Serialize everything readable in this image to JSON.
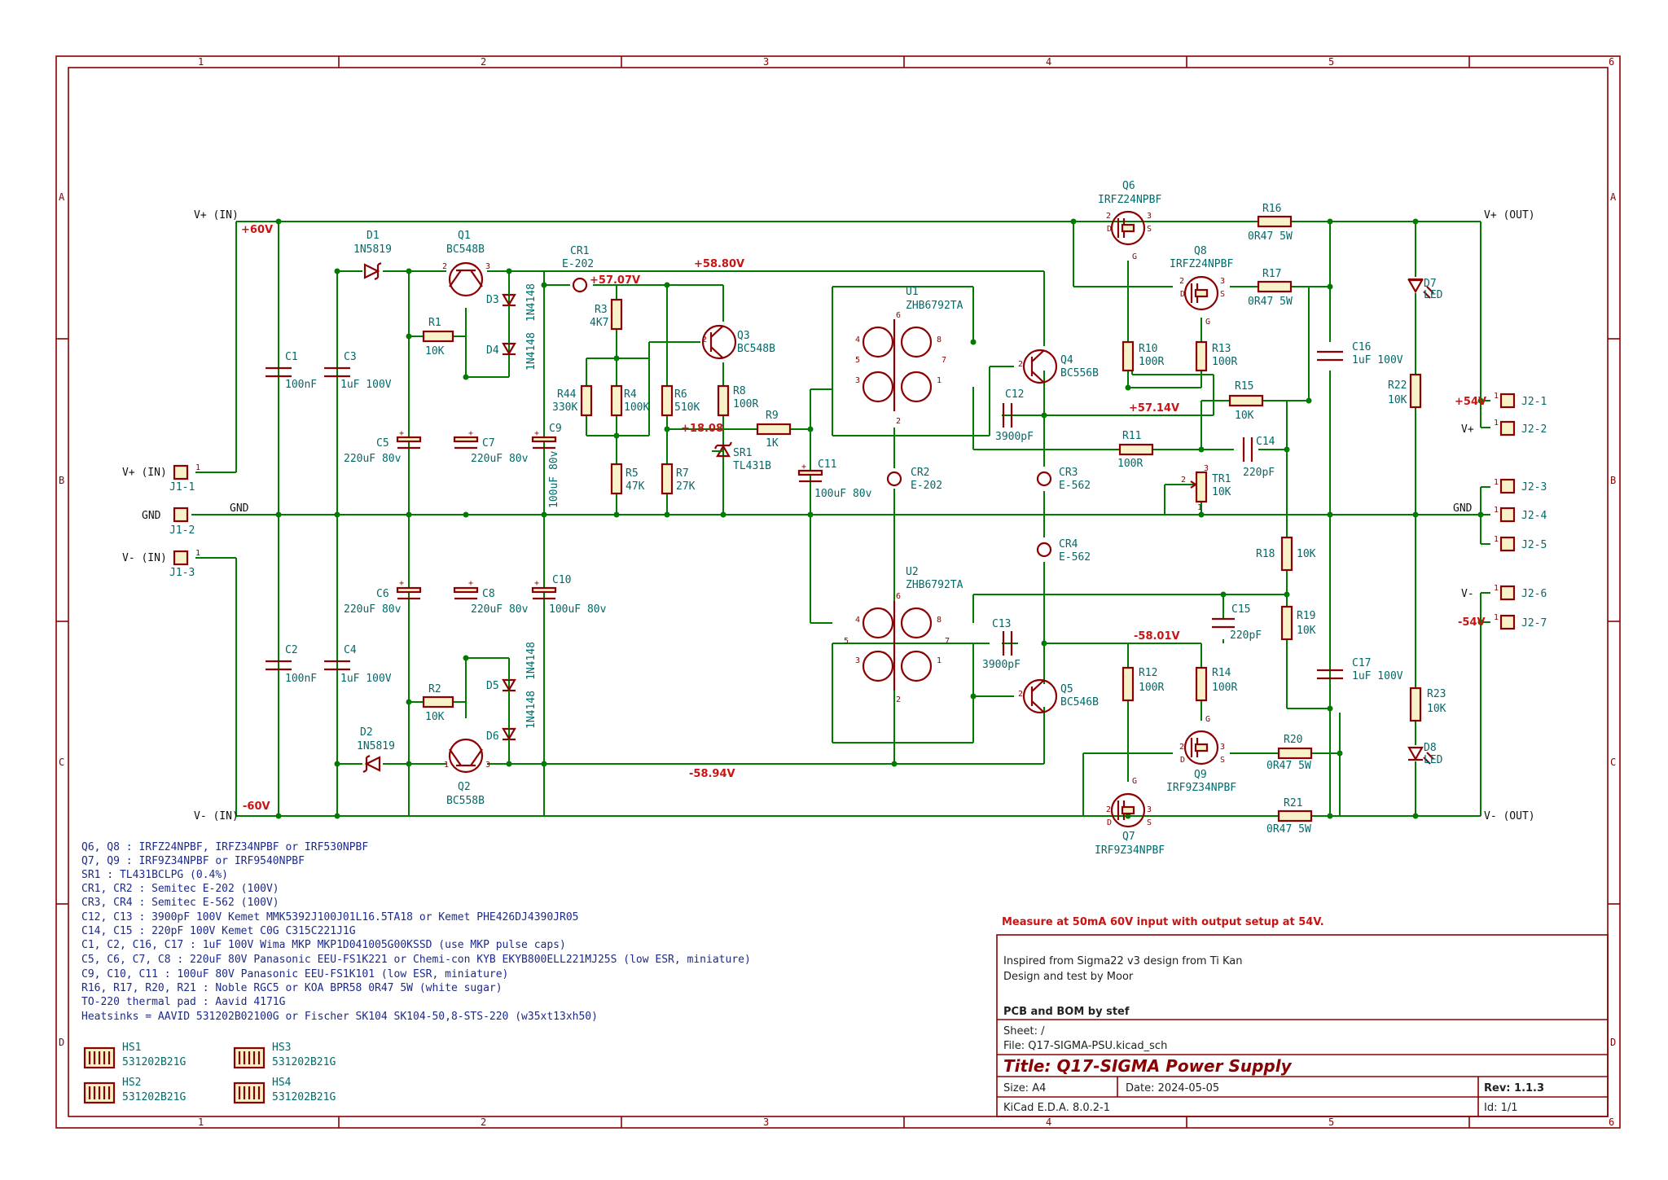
{
  "frame": {
    "col_labels": [
      "1",
      "2",
      "3",
      "4",
      "5",
      "6"
    ],
    "row_labels": [
      "A",
      "B",
      "C",
      "D"
    ]
  },
  "nets": {
    "vplus_in": "V+ (IN)",
    "vminus_in": "V- (IN)",
    "gnd": "GND",
    "vplus_out": "V+ (OUT)",
    "vminus_out": "V- (OUT)",
    "v_plus60": "+60V",
    "v_minus60": "-60V",
    "v_5880": "+58.80V",
    "v_5707": "+57.07V",
    "v_1808": "+18.08",
    "v_5714": "+57.14V",
    "v_5894": "-58.94V",
    "v_5801": "-58.01V",
    "v_54p": "+54V",
    "v_54m": "-54V",
    "vp_label": "V+",
    "vm_label": "V-"
  },
  "components": {
    "D1": {
      "ref": "D1",
      "val": "1N5819"
    },
    "D2": {
      "ref": "D2",
      "val": "1N5819"
    },
    "Q1": {
      "ref": "Q1",
      "val": "BC548B"
    },
    "Q2": {
      "ref": "Q2",
      "val": "BC558B"
    },
    "Q3": {
      "ref": "Q3",
      "val": "BC548B"
    },
    "Q4": {
      "ref": "Q4",
      "val": "BC556B"
    },
    "Q5": {
      "ref": "Q5",
      "val": "BC546B"
    },
    "Q6": {
      "ref": "Q6",
      "val": "IRFZ24NPBF"
    },
    "Q7": {
      "ref": "Q7",
      "val": "IRF9Z34NPBF"
    },
    "Q8": {
      "ref": "Q8",
      "val": "IRFZ24NPBF"
    },
    "Q9": {
      "ref": "Q9",
      "val": "IRF9Z34NPBF"
    },
    "D3": {
      "ref": "D3",
      "val": "1N4148"
    },
    "D4": {
      "ref": "D4",
      "val": "1N4148"
    },
    "D5": {
      "ref": "D5",
      "val": "1N4148"
    },
    "D6": {
      "ref": "D6",
      "val": "1N4148"
    },
    "D7": {
      "ref": "D7",
      "val": "LED"
    },
    "D8": {
      "ref": "D8",
      "val": "LED"
    },
    "R1": {
      "ref": "R1",
      "val": "10K"
    },
    "R2": {
      "ref": "R2",
      "val": "10K"
    },
    "R3": {
      "ref": "R3",
      "val": "4K7"
    },
    "R4": {
      "ref": "R4",
      "val": "100K"
    },
    "R44": {
      "ref": "R44",
      "val": "330K"
    },
    "R5": {
      "ref": "R5",
      "val": "47K"
    },
    "R6": {
      "ref": "R6",
      "val": "510K"
    },
    "R7": {
      "ref": "R7",
      "val": "27K"
    },
    "R8": {
      "ref": "R8",
      "val": "100R"
    },
    "R9": {
      "ref": "R9",
      "val": "1K"
    },
    "R10": {
      "ref": "R10",
      "val": "100R"
    },
    "R11": {
      "ref": "R11",
      "val": "100R"
    },
    "R12": {
      "ref": "R12",
      "val": "100R"
    },
    "R13": {
      "ref": "R13",
      "val": "100R"
    },
    "R14": {
      "ref": "R14",
      "val": "100R"
    },
    "R15": {
      "ref": "R15",
      "val": "10K"
    },
    "R16": {
      "ref": "R16",
      "val": "0R47 5W"
    },
    "R17": {
      "ref": "R17",
      "val": "0R47 5W"
    },
    "R18": {
      "ref": "R18",
      "val": "10K"
    },
    "R19": {
      "ref": "R19",
      "val": "10K"
    },
    "R20": {
      "ref": "R20",
      "val": "0R47 5W"
    },
    "R21": {
      "ref": "R21",
      "val": "0R47 5W"
    },
    "R22": {
      "ref": "R22",
      "val": "10K"
    },
    "R23": {
      "ref": "R23",
      "val": "10K"
    },
    "C1": {
      "ref": "C1",
      "val": "100nF"
    },
    "C2": {
      "ref": "C2",
      "val": "100nF"
    },
    "C3": {
      "ref": "C3",
      "val": "1uF 100V"
    },
    "C4": {
      "ref": "C4",
      "val": "1uF 100V"
    },
    "C5": {
      "ref": "C5",
      "val": "220uF 80v"
    },
    "C6": {
      "ref": "C6",
      "val": "220uF 80v"
    },
    "C7": {
      "ref": "C7",
      "val": "220uF 80v"
    },
    "C8": {
      "ref": "C8",
      "val": "220uF 80v"
    },
    "C9": {
      "ref": "C9",
      "val": "100uF 80v"
    },
    "C10": {
      "ref": "C10",
      "val": "100uF 80v"
    },
    "C11": {
      "ref": "C11",
      "val": "100uF 80v"
    },
    "C12": {
      "ref": "C12",
      "val": "3900pF"
    },
    "C13": {
      "ref": "C13",
      "val": "3900pF"
    },
    "C14": {
      "ref": "C14",
      "val": "220pF"
    },
    "C15": {
      "ref": "C15",
      "val": "220pF"
    },
    "C16": {
      "ref": "C16",
      "val": "1uF 100V"
    },
    "C17": {
      "ref": "C17",
      "val": "1uF 100V"
    },
    "CR1": {
      "ref": "CR1",
      "val": "E-202"
    },
    "CR2": {
      "ref": "CR2",
      "val": "E-202"
    },
    "CR3": {
      "ref": "CR3",
      "val": "E-562"
    },
    "CR4": {
      "ref": "CR4",
      "val": "E-562"
    },
    "SR1": {
      "ref": "SR1",
      "val": "TL431B"
    },
    "TR1": {
      "ref": "TR1",
      "val": "10K"
    },
    "U1": {
      "ref": "U1",
      "val": "ZHB6792TA"
    },
    "U2": {
      "ref": "U2",
      "val": "ZHB6792TA"
    }
  },
  "connectors": {
    "J1_1": "J1-1",
    "J1_2": "J1-2",
    "J1_3": "J1-3",
    "J2_1": "J2-1",
    "J2_2": "J2-2",
    "J2_3": "J2-3",
    "J2_4": "J2-4",
    "J2_5": "J2-5",
    "J2_6": "J2-6",
    "J2_7": "J2-7"
  },
  "pins": {
    "p1": "1",
    "p2": "2",
    "p3": "3",
    "p4": "4",
    "p5": "5",
    "p6": "6",
    "p7": "7",
    "p8": "8",
    "D": "D",
    "S": "S",
    "G": "G",
    "plus": "+"
  },
  "notes": [
    "Q6, Q8 : IRFZ24NPBF, IRFZ34NPBF or IRF530NPBF",
    "Q7, Q9 : IRF9Z34NPBF or IRF9540NPBF",
    "SR1 : TL431BCLPG (0.4%)",
    "CR1, CR2 : Semitec E-202 (100V)",
    "CR3, CR4 : Semitec E-562 (100V)",
    "C12, C13 : 3900pF 100V Kemet MMK5392J100J01L16.5TA18 or Kemet PHE426DJ4390JR05",
    "C14, C15 : 220pF 100V Kemet C0G C315C221J1G",
    "C1, C2, C16, C17 : 1uF 100V Wima MKP MKP1D041005G00KSSD (use MKP pulse caps)",
    "C5, C6, C7, C8 : 220uF 80V Panasonic EEU-FS1K221 or Chemi-con KYB EKYB800ELL221MJ25S (low ESR, miniature)",
    "C9, C10, C11 : 100uF 80V Panasonic EEU-FS1K101 (low ESR, miniature)",
    "R16, R17, R20, R21 : Noble RGC5 or KOA BPR58 0R47 5W (white sugar)",
    "TO-220 thermal pad : Aavid 4171G",
    "Heatsinks = AAVID 531202B02100G or Fischer SK104 SK104-50,8-STS-220 (w35xt13xh50)"
  ],
  "heatsinks": [
    {
      "ref": "HS1",
      "val": "531202B21G"
    },
    {
      "ref": "HS2",
      "val": "531202B21G"
    },
    {
      "ref": "HS3",
      "val": "531202B21G"
    },
    {
      "ref": "HS4",
      "val": "531202B21G"
    }
  ],
  "measure_note": "Measure at 50mA 60V input with output setup at 54V.",
  "title_block": {
    "inspired": "Inspired from Sigma22 v3 design from Ti Kan",
    "design": "Design and test by Moor",
    "pcb": "PCB and BOM by stef",
    "sheet": "Sheet: /",
    "file": "File: Q17-SIGMA-PSU.kicad_sch",
    "title": "Title: Q17-SIGMA Power Supply",
    "size": "Size: A4",
    "date": "Date: 2024-05-05",
    "rev": "Rev: 1.1.3",
    "kicad": "KiCad E.D.A. 8.0.2-1",
    "id": "Id: 1/1"
  }
}
